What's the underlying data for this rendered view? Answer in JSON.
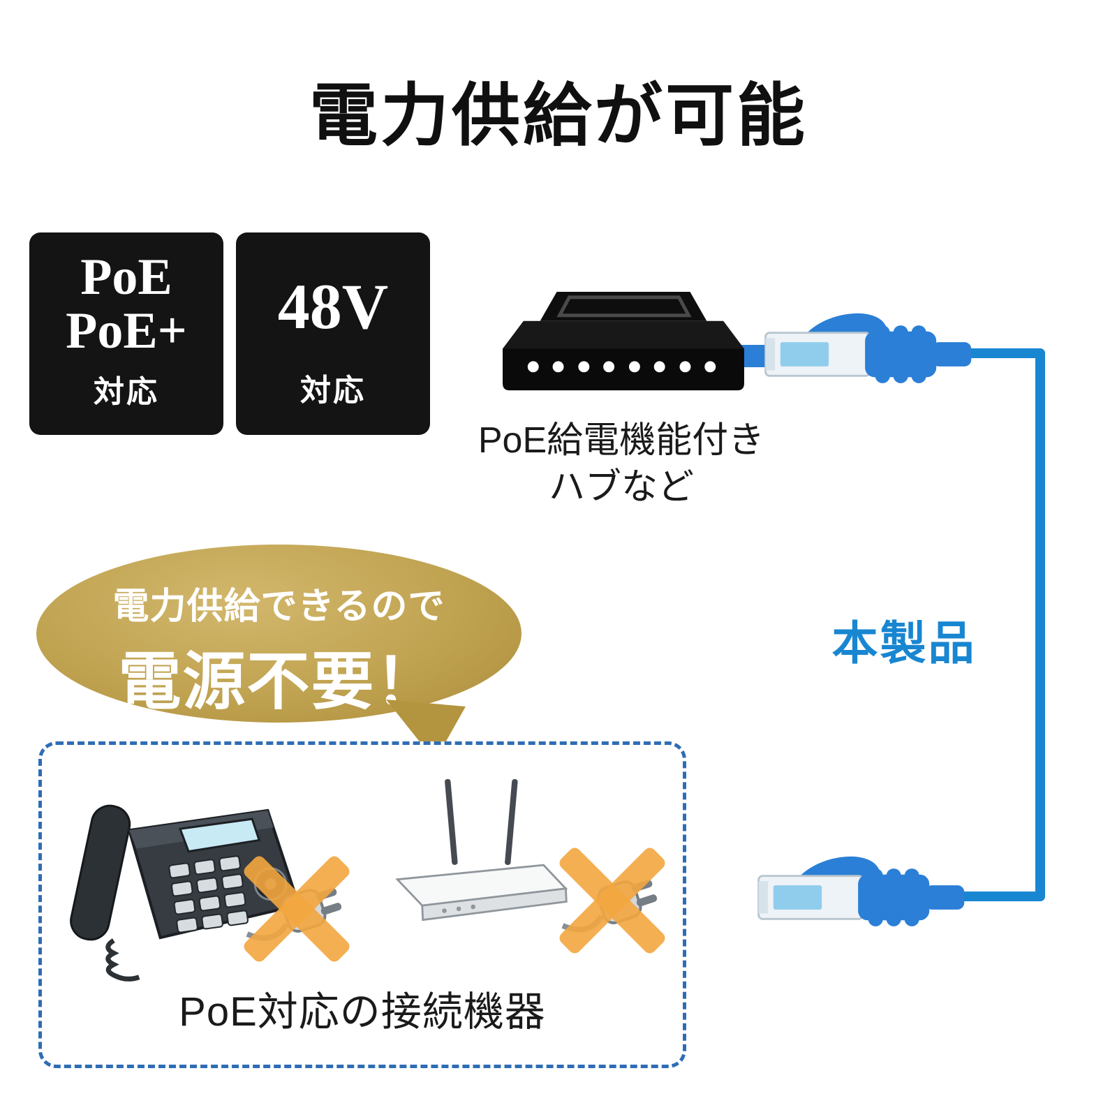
{
  "title": "電力供給が可能",
  "badge_poe": {
    "line1": "PoE",
    "line2": "PoE+",
    "suffix": "対応"
  },
  "badge_48v": {
    "line1": "48V",
    "suffix": "対応"
  },
  "hub_caption": {
    "line1": "PoE給電機能付き",
    "line2": "ハブなど"
  },
  "bubble": {
    "line1": "電力供給できるので",
    "line2": "電源不要！"
  },
  "product_label": "本製品",
  "devices_caption": "PoE対応の接続機器",
  "colors": {
    "cable_blue": "#1886d1",
    "connector_blue": "#2b7fd6",
    "bubble_gold": "#c0a351",
    "dashed_border_blue": "#2e6db4",
    "x_mark_orange": "#f3a63f",
    "badge_black": "#141414"
  },
  "illustrations": {
    "hub": "poe-switching-hub",
    "top_connector": "lan-cable-connector",
    "bottom_connector": "lan-cable-connector",
    "phone": "desk-phone",
    "router": "wireless-router",
    "plug_left": "power-plug-crossed-out",
    "plug_right": "power-plug-crossed-out"
  }
}
